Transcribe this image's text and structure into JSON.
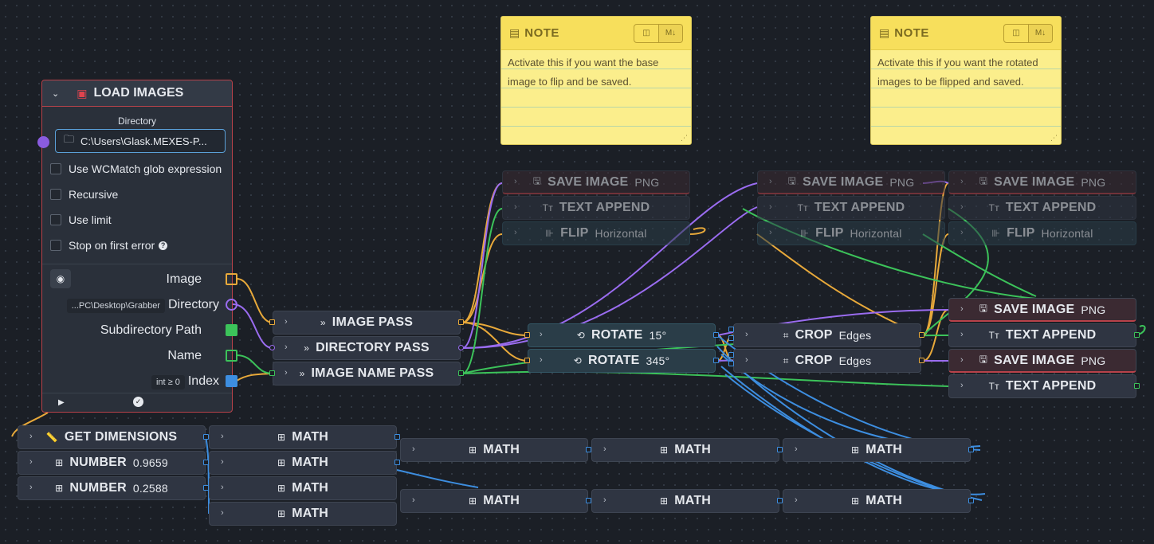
{
  "colors": {
    "image_wire": "#e8a93a",
    "directory_wire": "#9a6cf0",
    "name_wire": "#3cc35a",
    "number_wire": "#3d8ee0",
    "save_accent": "#b8424a"
  },
  "notes": [
    {
      "title": "NOTE",
      "text": "Activate this if you want the base image to flip and be saved.",
      "icon": "note-icon"
    },
    {
      "title": "NOTE",
      "text": "Activate this if you want the rotated images to be flipped and saved.",
      "icon": "note-icon"
    }
  ],
  "load_images": {
    "title": "LOAD IMAGES",
    "directory_caption": "Directory",
    "directory_value": "C:\\Users\\Glask.MEXES-P...",
    "options": [
      "Use WCMatch glob expression",
      "Recursive",
      "Use limit",
      "Stop on first error"
    ],
    "outputs": {
      "image": "Image",
      "directory": "Directory",
      "directory_value": "...PC\\Desktop\\Grabber",
      "subdirectory": "Subdirectory Path",
      "name": "Name",
      "index": "Index",
      "index_hint": "int ≥ 0"
    }
  },
  "pass_nodes": [
    "IMAGE PASS",
    "DIRECTORY PASS",
    "IMAGE NAME PASS"
  ],
  "top_chains": [
    {
      "save": "SAVE IMAGE",
      "save_fmt": "PNG",
      "text": "TEXT APPEND",
      "flip": "FLIP",
      "flip_dir": "Horizontal"
    },
    {
      "save": "SAVE IMAGE",
      "save_fmt": "PNG",
      "text": "TEXT APPEND",
      "flip": "FLIP",
      "flip_dir": "Horizontal"
    },
    {
      "save": "SAVE IMAGE",
      "save_fmt": "PNG",
      "text": "TEXT APPEND",
      "flip": "FLIP",
      "flip_dir": "Horizontal"
    }
  ],
  "rotate_nodes": [
    {
      "label": "ROTATE",
      "value": "15°"
    },
    {
      "label": "ROTATE",
      "value": "345°"
    }
  ],
  "crop_nodes": [
    {
      "label": "CROP",
      "value": "Edges"
    },
    {
      "label": "CROP",
      "value": "Edges"
    }
  ],
  "right_outputs": [
    {
      "label": "SAVE IMAGE",
      "extra": "PNG"
    },
    {
      "label": "TEXT APPEND",
      "extra": ""
    },
    {
      "label": "SAVE IMAGE",
      "extra": "PNG"
    },
    {
      "label": "TEXT APPEND",
      "extra": ""
    }
  ],
  "dimension_nodes": [
    {
      "label": "GET DIMENSIONS",
      "value": ""
    },
    {
      "label": "NUMBER",
      "value": "0.9659"
    },
    {
      "label": "NUMBER",
      "value": "0.2588"
    }
  ],
  "math_label": "MATH"
}
